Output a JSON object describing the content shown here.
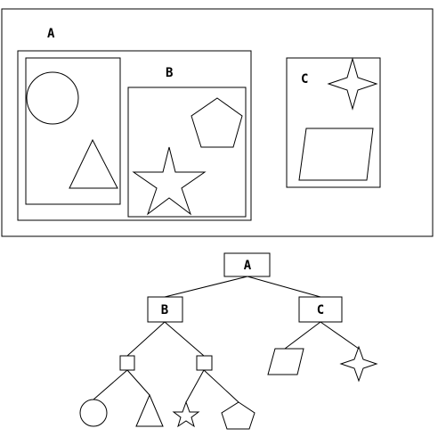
{
  "top_panel": {
    "label_a": "A",
    "label_b": "B",
    "label_c": "C"
  },
  "tree": {
    "root_label": "A",
    "left_child_label": "B",
    "right_child_label": "C"
  },
  "stroke_color": "#000000",
  "background_color": "#ffffff"
}
